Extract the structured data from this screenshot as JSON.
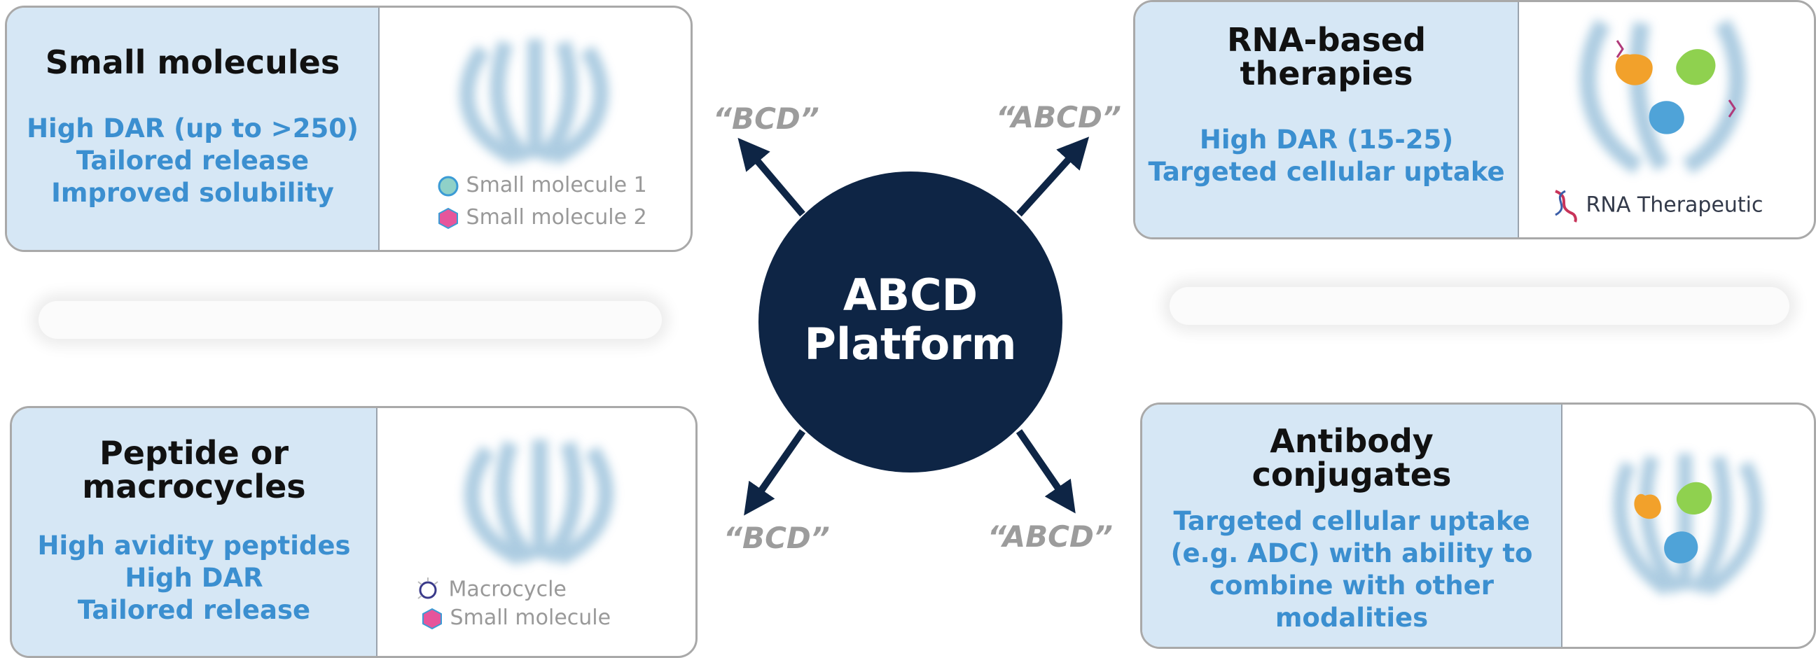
{
  "hub": {
    "line1": "ABCD",
    "line2": "Platform"
  },
  "quotes": {
    "top_left": "“BCD”",
    "top_right": "“ABCD”",
    "bottom_left": "“BCD”",
    "bottom_right": "“ABCD”"
  },
  "cards": {
    "small_molecules": {
      "title": "Small molecules",
      "lines": [
        "High DAR (up to >250)",
        "Tailored release",
        "Improved solubility"
      ],
      "legend": [
        "Small molecule 1",
        "Small molecule 2"
      ]
    },
    "rna": {
      "title_lines": [
        "RNA-based",
        "therapies"
      ],
      "lines": [
        "High DAR (15-25)",
        "Targeted cellular uptake"
      ],
      "legend": [
        "RNA Therapeutic"
      ]
    },
    "peptide": {
      "title_lines": [
        "Peptide or",
        "macrocycles"
      ],
      "lines": [
        "High avidity peptides",
        "High DAR",
        "Tailored release"
      ],
      "legend": [
        "Macrocycle",
        "Small molecule"
      ]
    },
    "antibody": {
      "title_lines": [
        "Antibody",
        "conjugates"
      ],
      "lines": [
        "Targeted cellular uptake",
        "(e.g. ADC) with ability to",
        "combine with other",
        "modalities"
      ]
    }
  },
  "colors": {
    "hub": "#0e2545",
    "card_panel": "#d6e7f5",
    "body_text": "#3b8fd0",
    "quote": "#9c9c9c",
    "arrow": "#0e2545"
  }
}
